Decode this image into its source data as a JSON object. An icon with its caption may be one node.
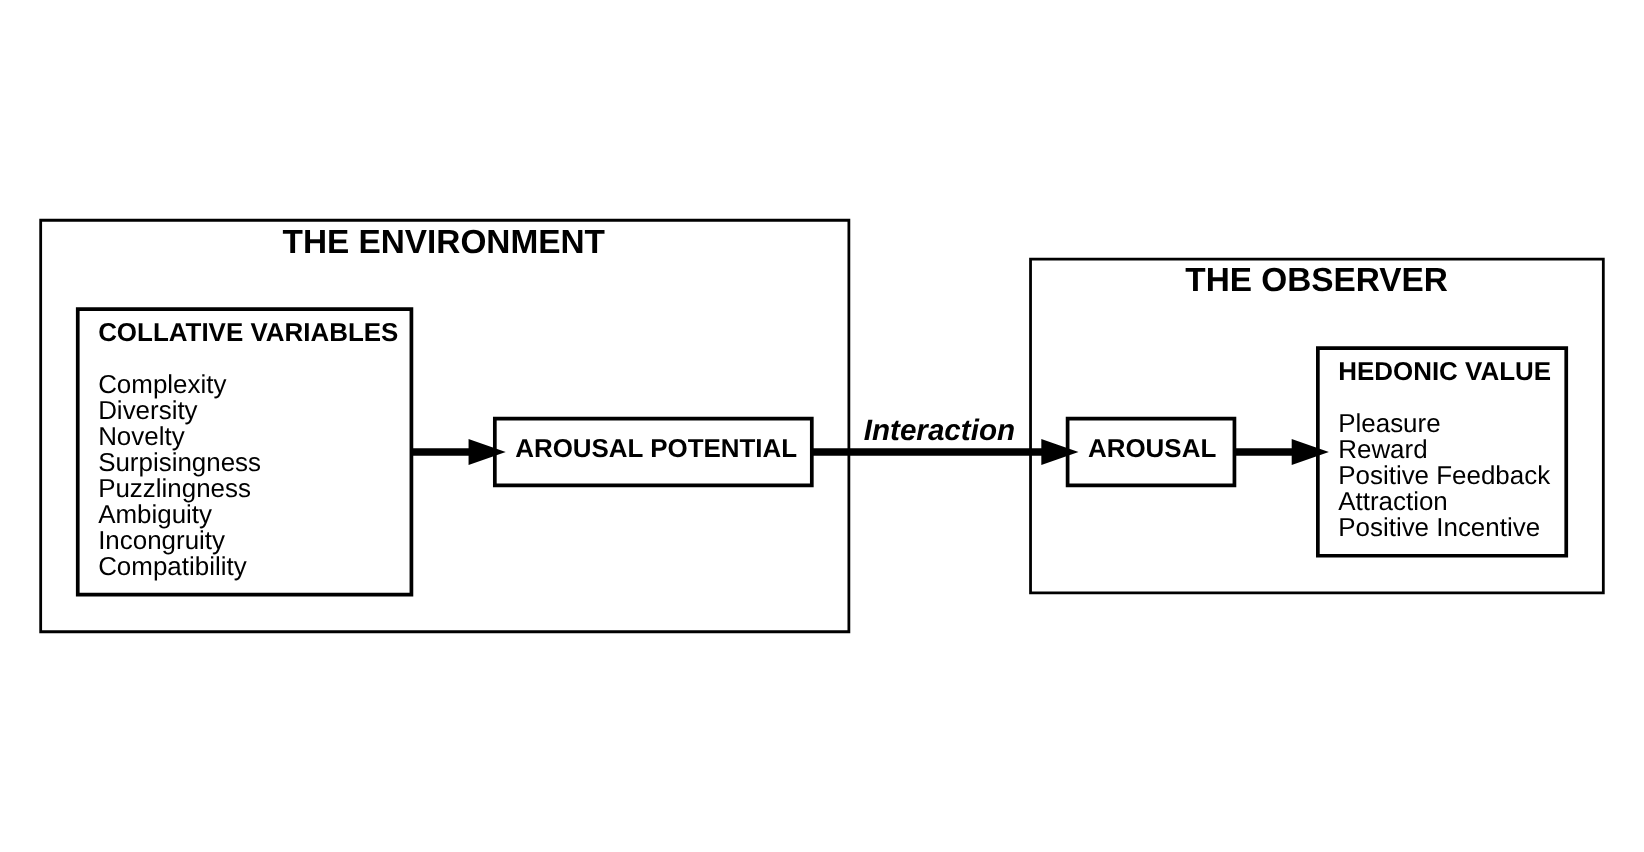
{
  "diagram": {
    "nodes": [
      {
        "text": [
          "THE ENVIRONMENT"
        ]
      },
      {
        "text": [
          "COLLATIVE VARIABLES",
          "Complexity",
          "Diversity",
          "Novelty",
          "Surpisingness",
          "Puzzlingness",
          "Ambiguity",
          "Incongruity",
          "Compatibility"
        ],
        "in": 0
      },
      {
        "text": [
          "AROUSAL POTENTIAL"
        ],
        "in": 0
      },
      {
        "text": [
          "THE OBSERVER"
        ]
      },
      {
        "text": [
          "AROUSAL"
        ],
        "in": 3
      },
      {
        "text": [
          "HEDONIC VALUE",
          "Pleasure",
          "Reward",
          "Positive Feedback",
          "Attraction",
          "Positive Incentive"
        ],
        "in": 3
      }
    ],
    "edges": [
      {
        "from": 1,
        "to": 2,
        "arrow": "to"
      },
      {
        "from": 2,
        "to": 4,
        "arrow": "to",
        "label": "Interaction"
      },
      {
        "from": 4,
        "to": 5,
        "arrow": "to"
      }
    ]
  }
}
